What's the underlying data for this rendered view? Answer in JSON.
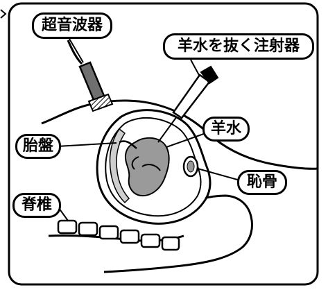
{
  "labels": {
    "ultrasound_probe": "超音波器",
    "amniocentesis_needle": "羊水を抜く注射器",
    "amniotic_fluid": "羊水",
    "placenta": "胎盤",
    "pubic_bone": "恥骨",
    "spine": "脊椎"
  },
  "colors": {
    "outline": "#000000",
    "background": "#ffffff",
    "fetus_fill": "#9a9a9a",
    "probe_fill": "#6f6f6f"
  }
}
